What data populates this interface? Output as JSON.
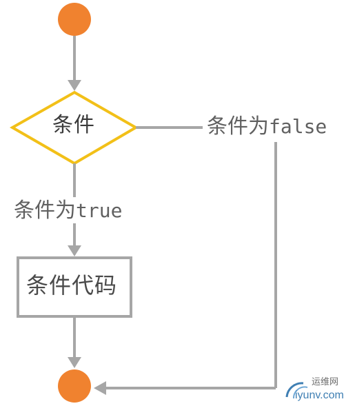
{
  "nodes": {
    "condition": "条件",
    "condition_code": "条件代码"
  },
  "edges": {
    "false_prefix": "条件为",
    "false_value": "false",
    "true_prefix": "条件为",
    "true_value": "true"
  },
  "watermark": {
    "site_cn": "运维网",
    "site_en": "iyunv.com"
  },
  "colors": {
    "start_end": "#F0822F",
    "diamond_border": "#F2C018",
    "connector": "#A6A6A6",
    "box_border": "#A6A6A6",
    "watermark_arc": "#3f7fb3"
  }
}
